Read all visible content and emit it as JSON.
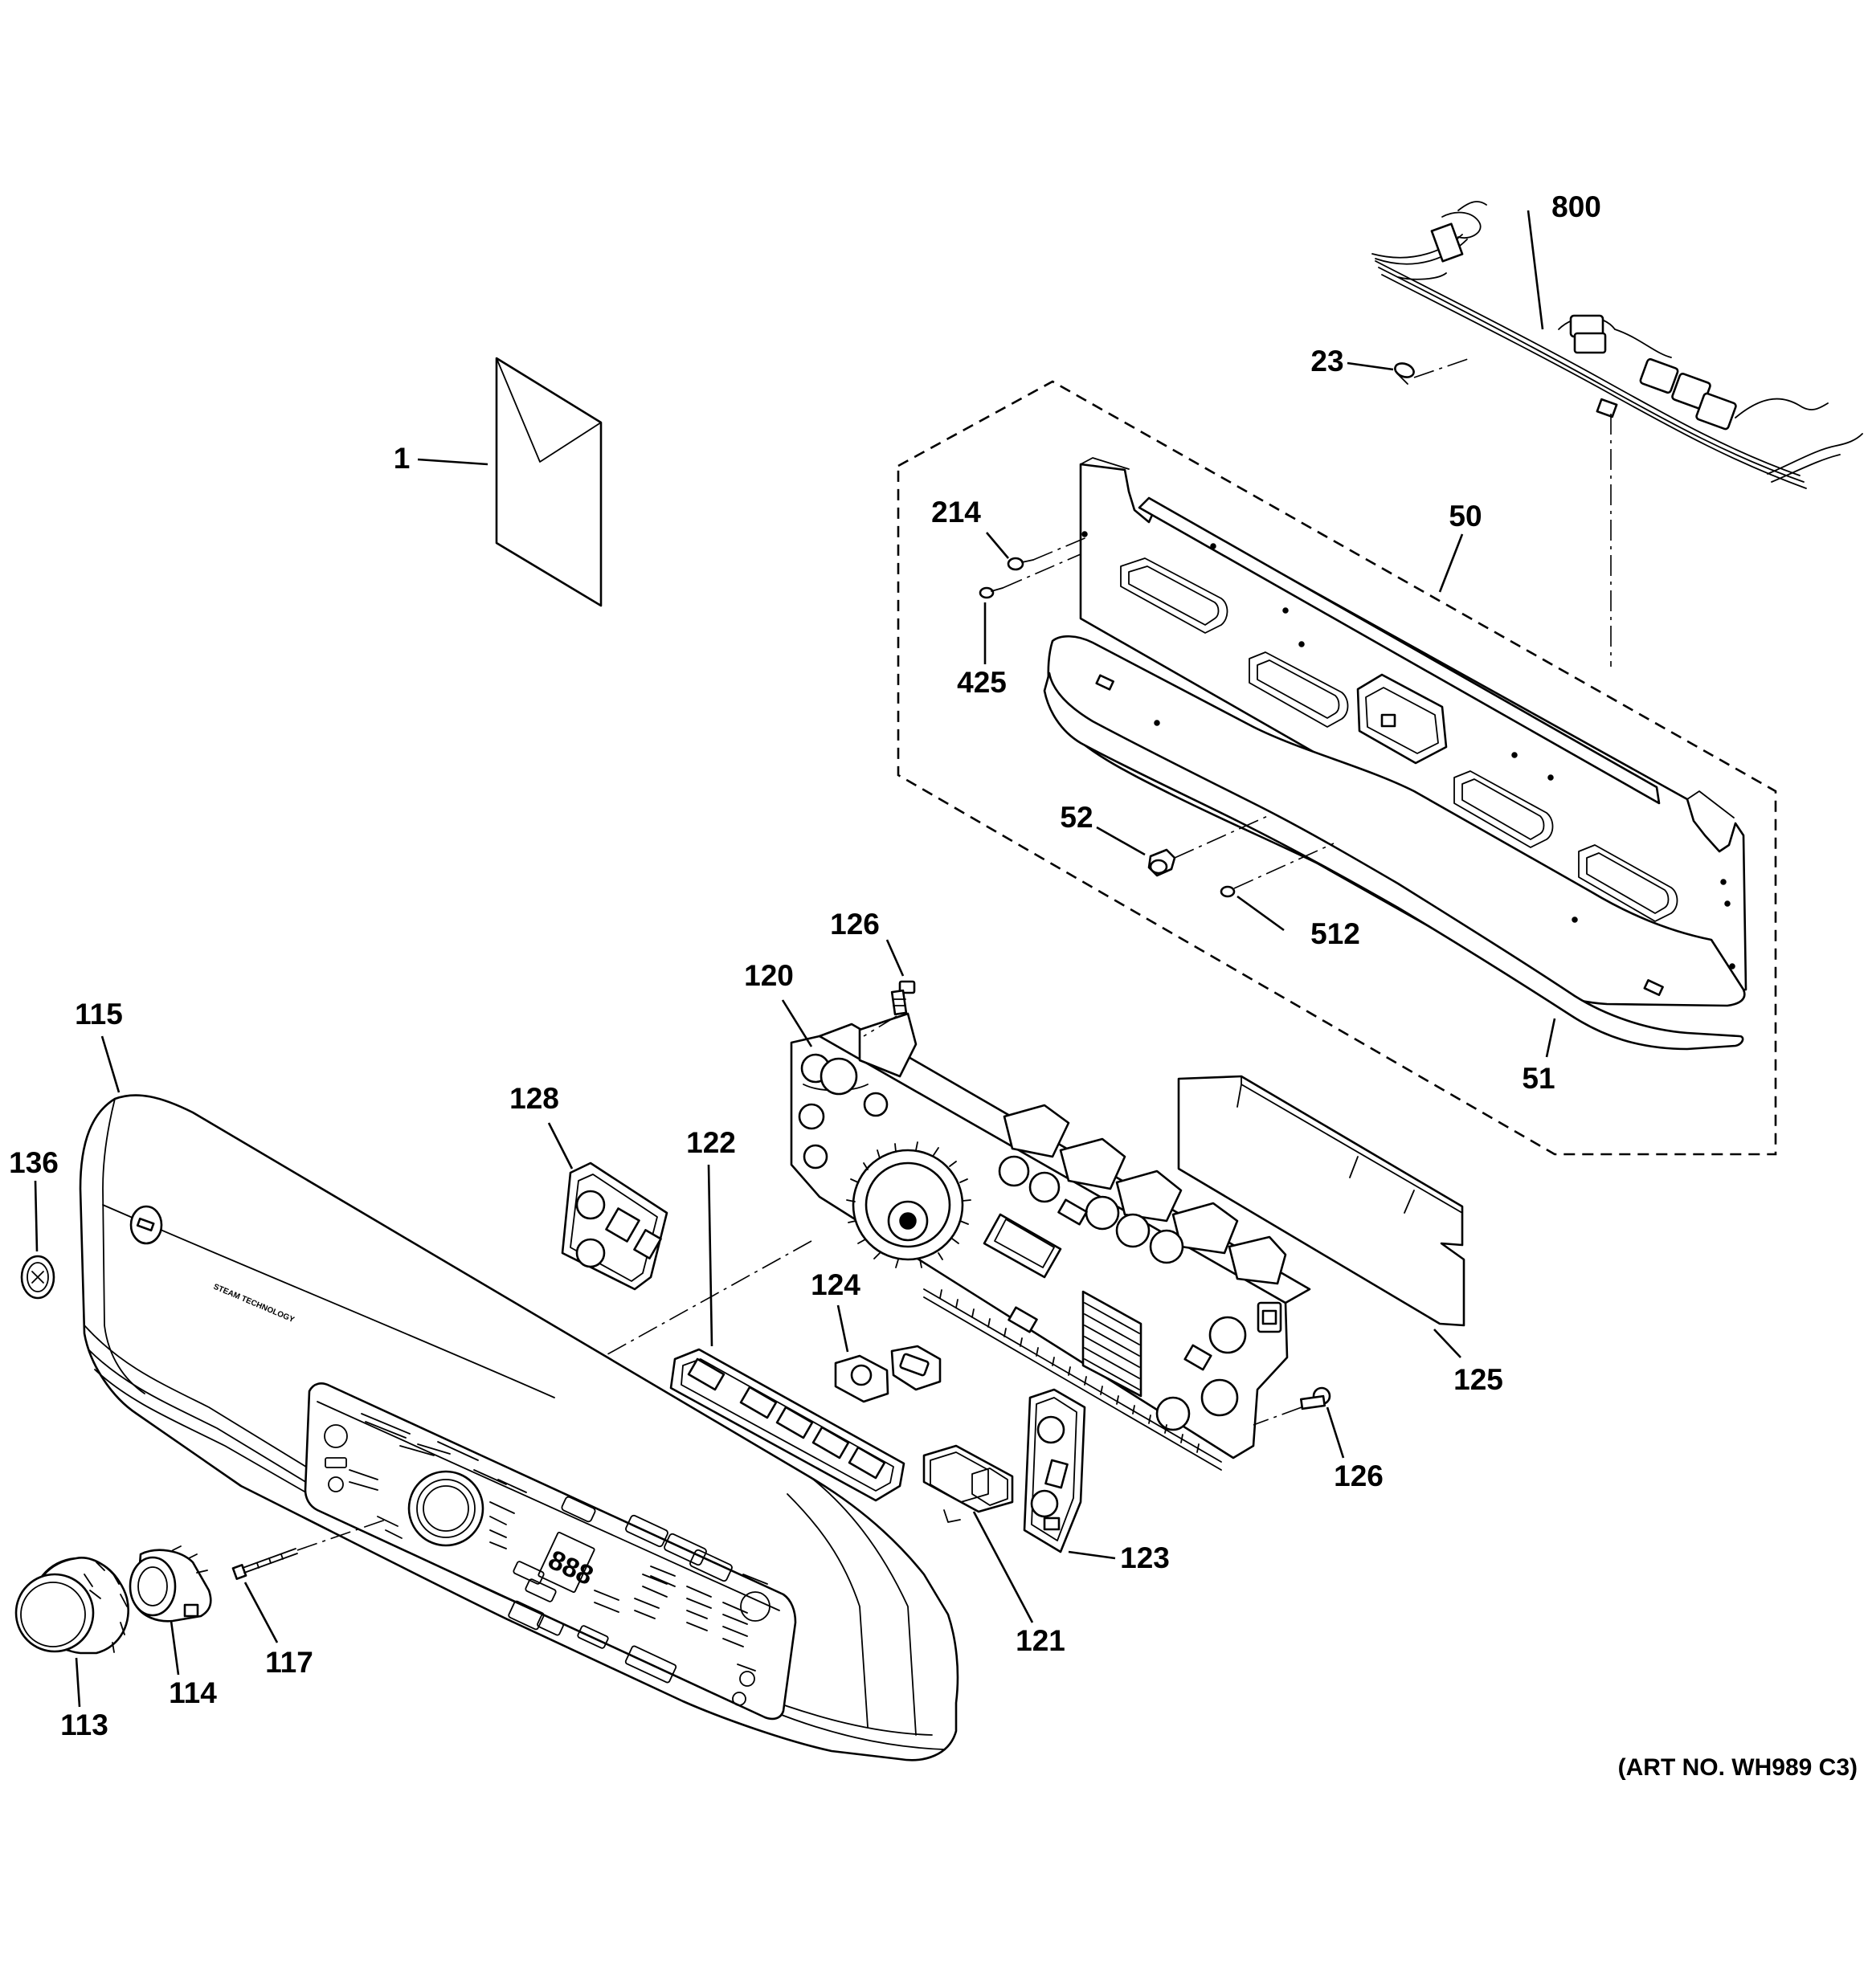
{
  "diagram": {
    "art_number": "(ART NO. WH989 C3)",
    "callouts": {
      "p1": "1",
      "p23": "23",
      "p50": "50",
      "p51": "51",
      "p52": "52",
      "p113": "113",
      "p114": "114",
      "p115": "115",
      "p117": "117",
      "p120": "120",
      "p121": "121",
      "p122": "122",
      "p123": "123",
      "p124": "124",
      "p125": "125",
      "p126a": "126",
      "p126b": "126",
      "p128": "128",
      "p136": "136",
      "p214": "214",
      "p425": "425",
      "p512": "512",
      "p800": "800"
    }
  }
}
